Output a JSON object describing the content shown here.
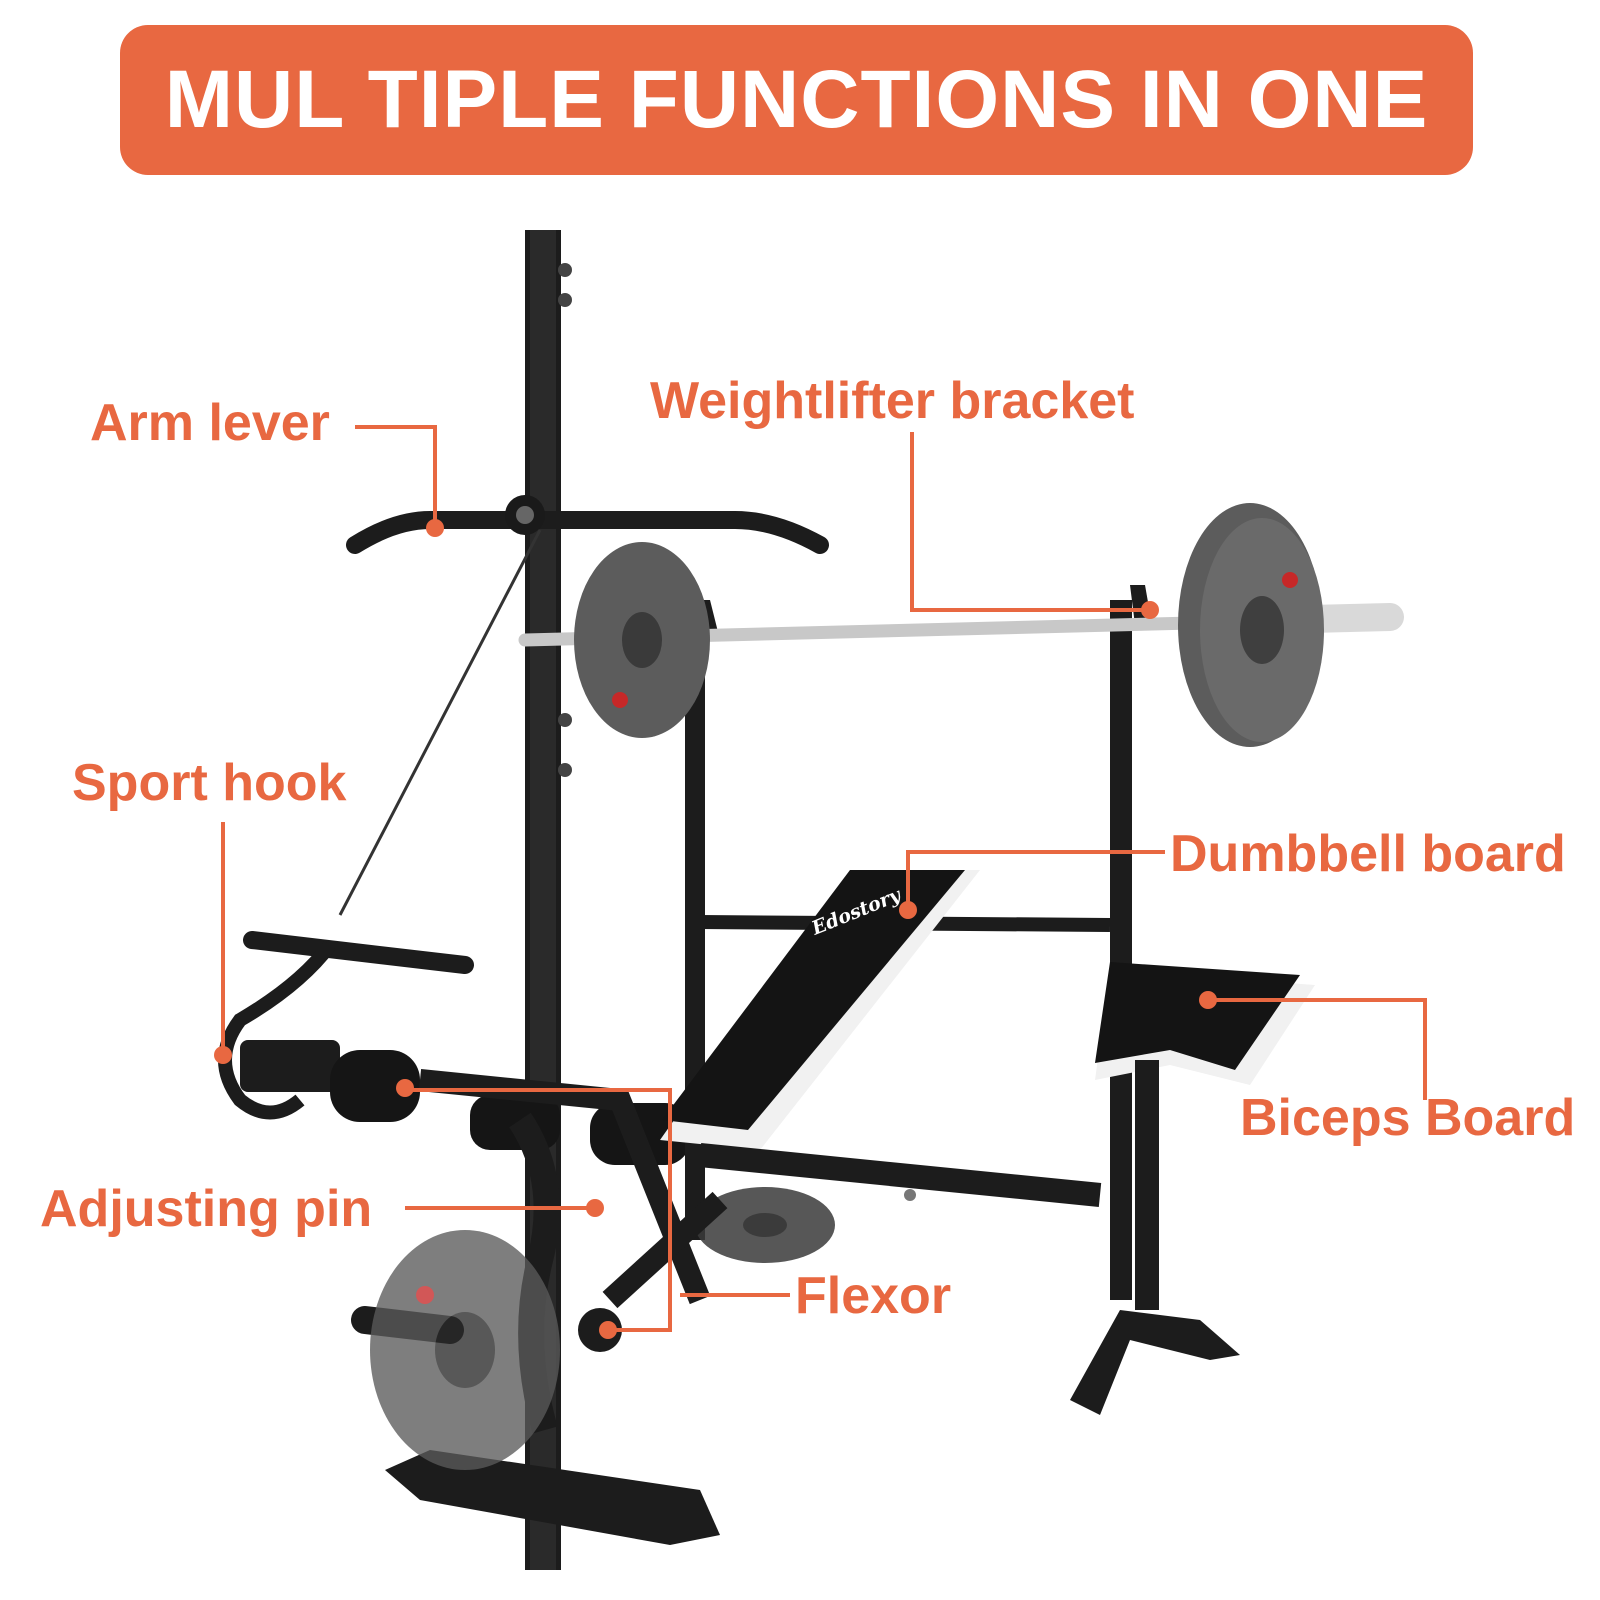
{
  "banner": {
    "title": "MUL TIPLE FUNCTIONS IN ONE"
  },
  "brand": {
    "logo_text": "Edostory"
  },
  "callouts": {
    "arm_lever": "Arm lever",
    "weightlifter_bracket": "Weightlifter bracket",
    "sport_hook": "Sport hook",
    "dumbbell_board": "Dumbbell board",
    "biceps_board": "Biceps Board",
    "adjusting_pin": "Adjusting pin",
    "flexor": "Flexor"
  },
  "colors": {
    "accent": "#E86841",
    "frame": "#1c1c1c",
    "plate": "#555555",
    "bar": "#c8c8c8",
    "background": "#ffffff"
  }
}
